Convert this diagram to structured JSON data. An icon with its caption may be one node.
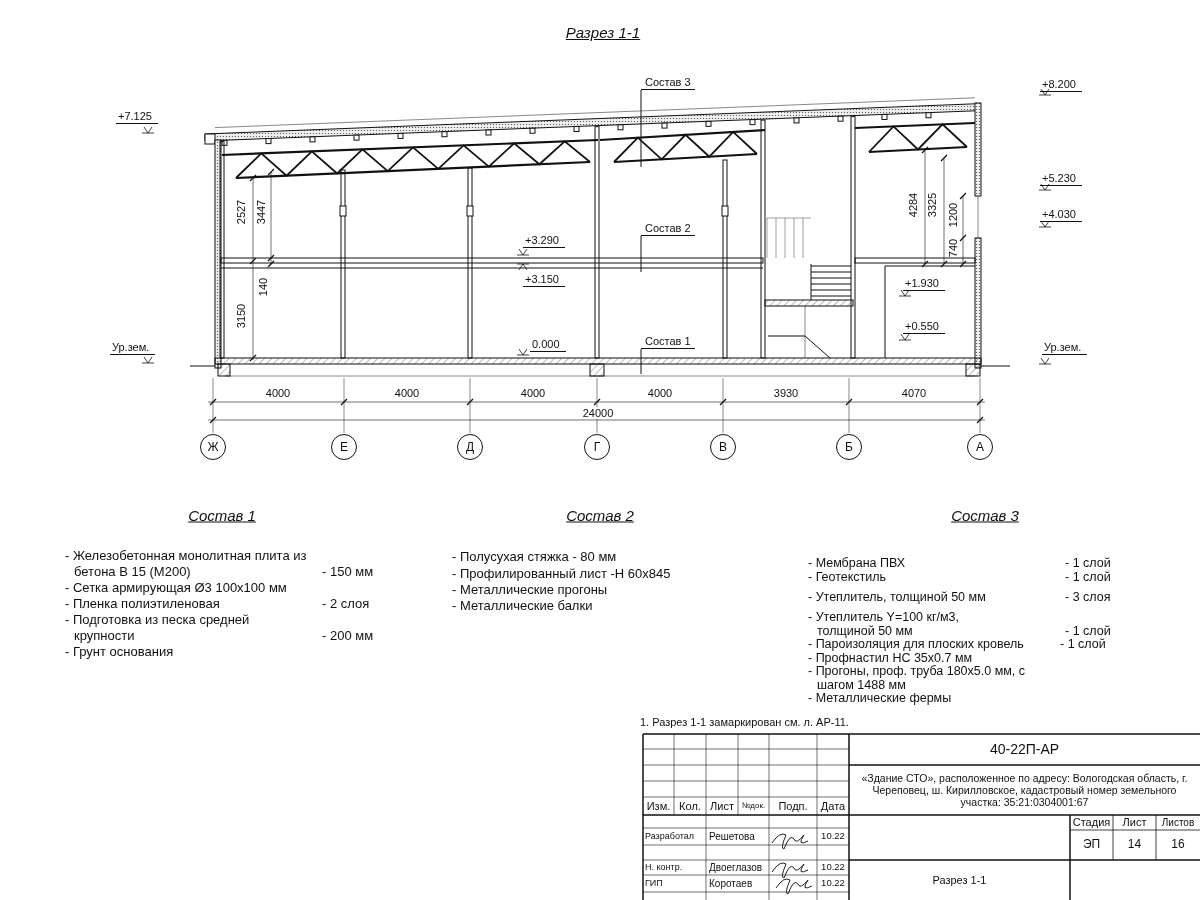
{
  "diagram": {
    "title": "Разрез 1-1",
    "nodes": [
      {
        "text": [
          "Состав 3"
        ]
      },
      {
        "text": [
          "Состав 2"
        ]
      },
      {
        "text": [
          "Состав 1"
        ]
      },
      {
        "text": [
          "Ж"
        ]
      },
      {
        "text": [
          "Е"
        ]
      },
      {
        "text": [
          "Д"
        ]
      },
      {
        "text": [
          "Г"
        ]
      },
      {
        "text": [
          "В"
        ]
      },
      {
        "text": [
          "Б"
        ]
      },
      {
        "text": [
          "А"
        ]
      }
    ],
    "edges": [
      {
        "from": 0,
        "to": null,
        "arrow": "none"
      },
      {
        "from": 1,
        "to": null,
        "arrow": "none"
      },
      {
        "from": 2,
        "to": null,
        "arrow": "none"
      }
    ],
    "labels": [
      "+8.200",
      "+7.125",
      "+5.230",
      "+4.030",
      "+3.290",
      "2527",
      "3447",
      "4284",
      "3325",
      "1200",
      "740",
      "+3.150",
      "140",
      "+1.930",
      "3150",
      "+0.550",
      "Ур.зем.",
      "0.000",
      "Ур.зем.",
      "4000",
      "4000",
      "4000",
      "4000",
      "3930",
      "4070",
      "24000",
      "Состав 1",
      "Состав 2",
      "Состав 3",
      "- Железобетонная монолитная плита из бетона В 15 (М200)",
      "- 150 мм",
      "- Сетка армирующая Ø3 100х100 мм",
      "- Пленка полиэтиленовая",
      "- 2 слоя",
      "- Подготовка из песка средней крупности",
      "- 200 мм",
      "- Грунт основания",
      "- Полусухая стяжка - 80 мм",
      "- Профилированный лист -Н 60х845",
      "- Металлические прогоны",
      "- Металлические балки",
      "- Мембрана ПВХ",
      "- 1 слой",
      "- Геотекстиль",
      "- 1 слой",
      "- Утеплитель, толщиной 50 мм",
      "- 3 слоя",
      "- Утеплитель Y=100 кг/м3, толщиной 50 мм",
      "- 1 слой",
      "- Пароизоляция для плоских кровель",
      "- 1 слой",
      "- Профнастил НС 35х0.7 мм",
      "- Прогоны, проф. труба 180х5.0 мм, с шагом 1488 мм",
      "- Металлические фермы",
      "1. Разрез 1-1 замаркирован см. л. АР-11.",
      "40-22П-АР",
      "«Здание СТО», расположенное по адресу: Вологодская область, г. Череповец, ш. Кирилловское, кадастровый номер земельного участка: 35:21:0304001:67",
      "Изм.",
      "Кол.",
      "Лист",
      "№док.",
      "Подп.",
      "Дата",
      "Стадия",
      "Лист",
      "Листов",
      "Разработал",
      "Решетова",
      "10.22",
      "ЭП",
      "14",
      "16",
      "Н. контр.",
      "Двоеглазов",
      "10.22",
      "ГИП",
      "Коротаев",
      "10.22",
      "Разрез 1-1"
    ]
  }
}
